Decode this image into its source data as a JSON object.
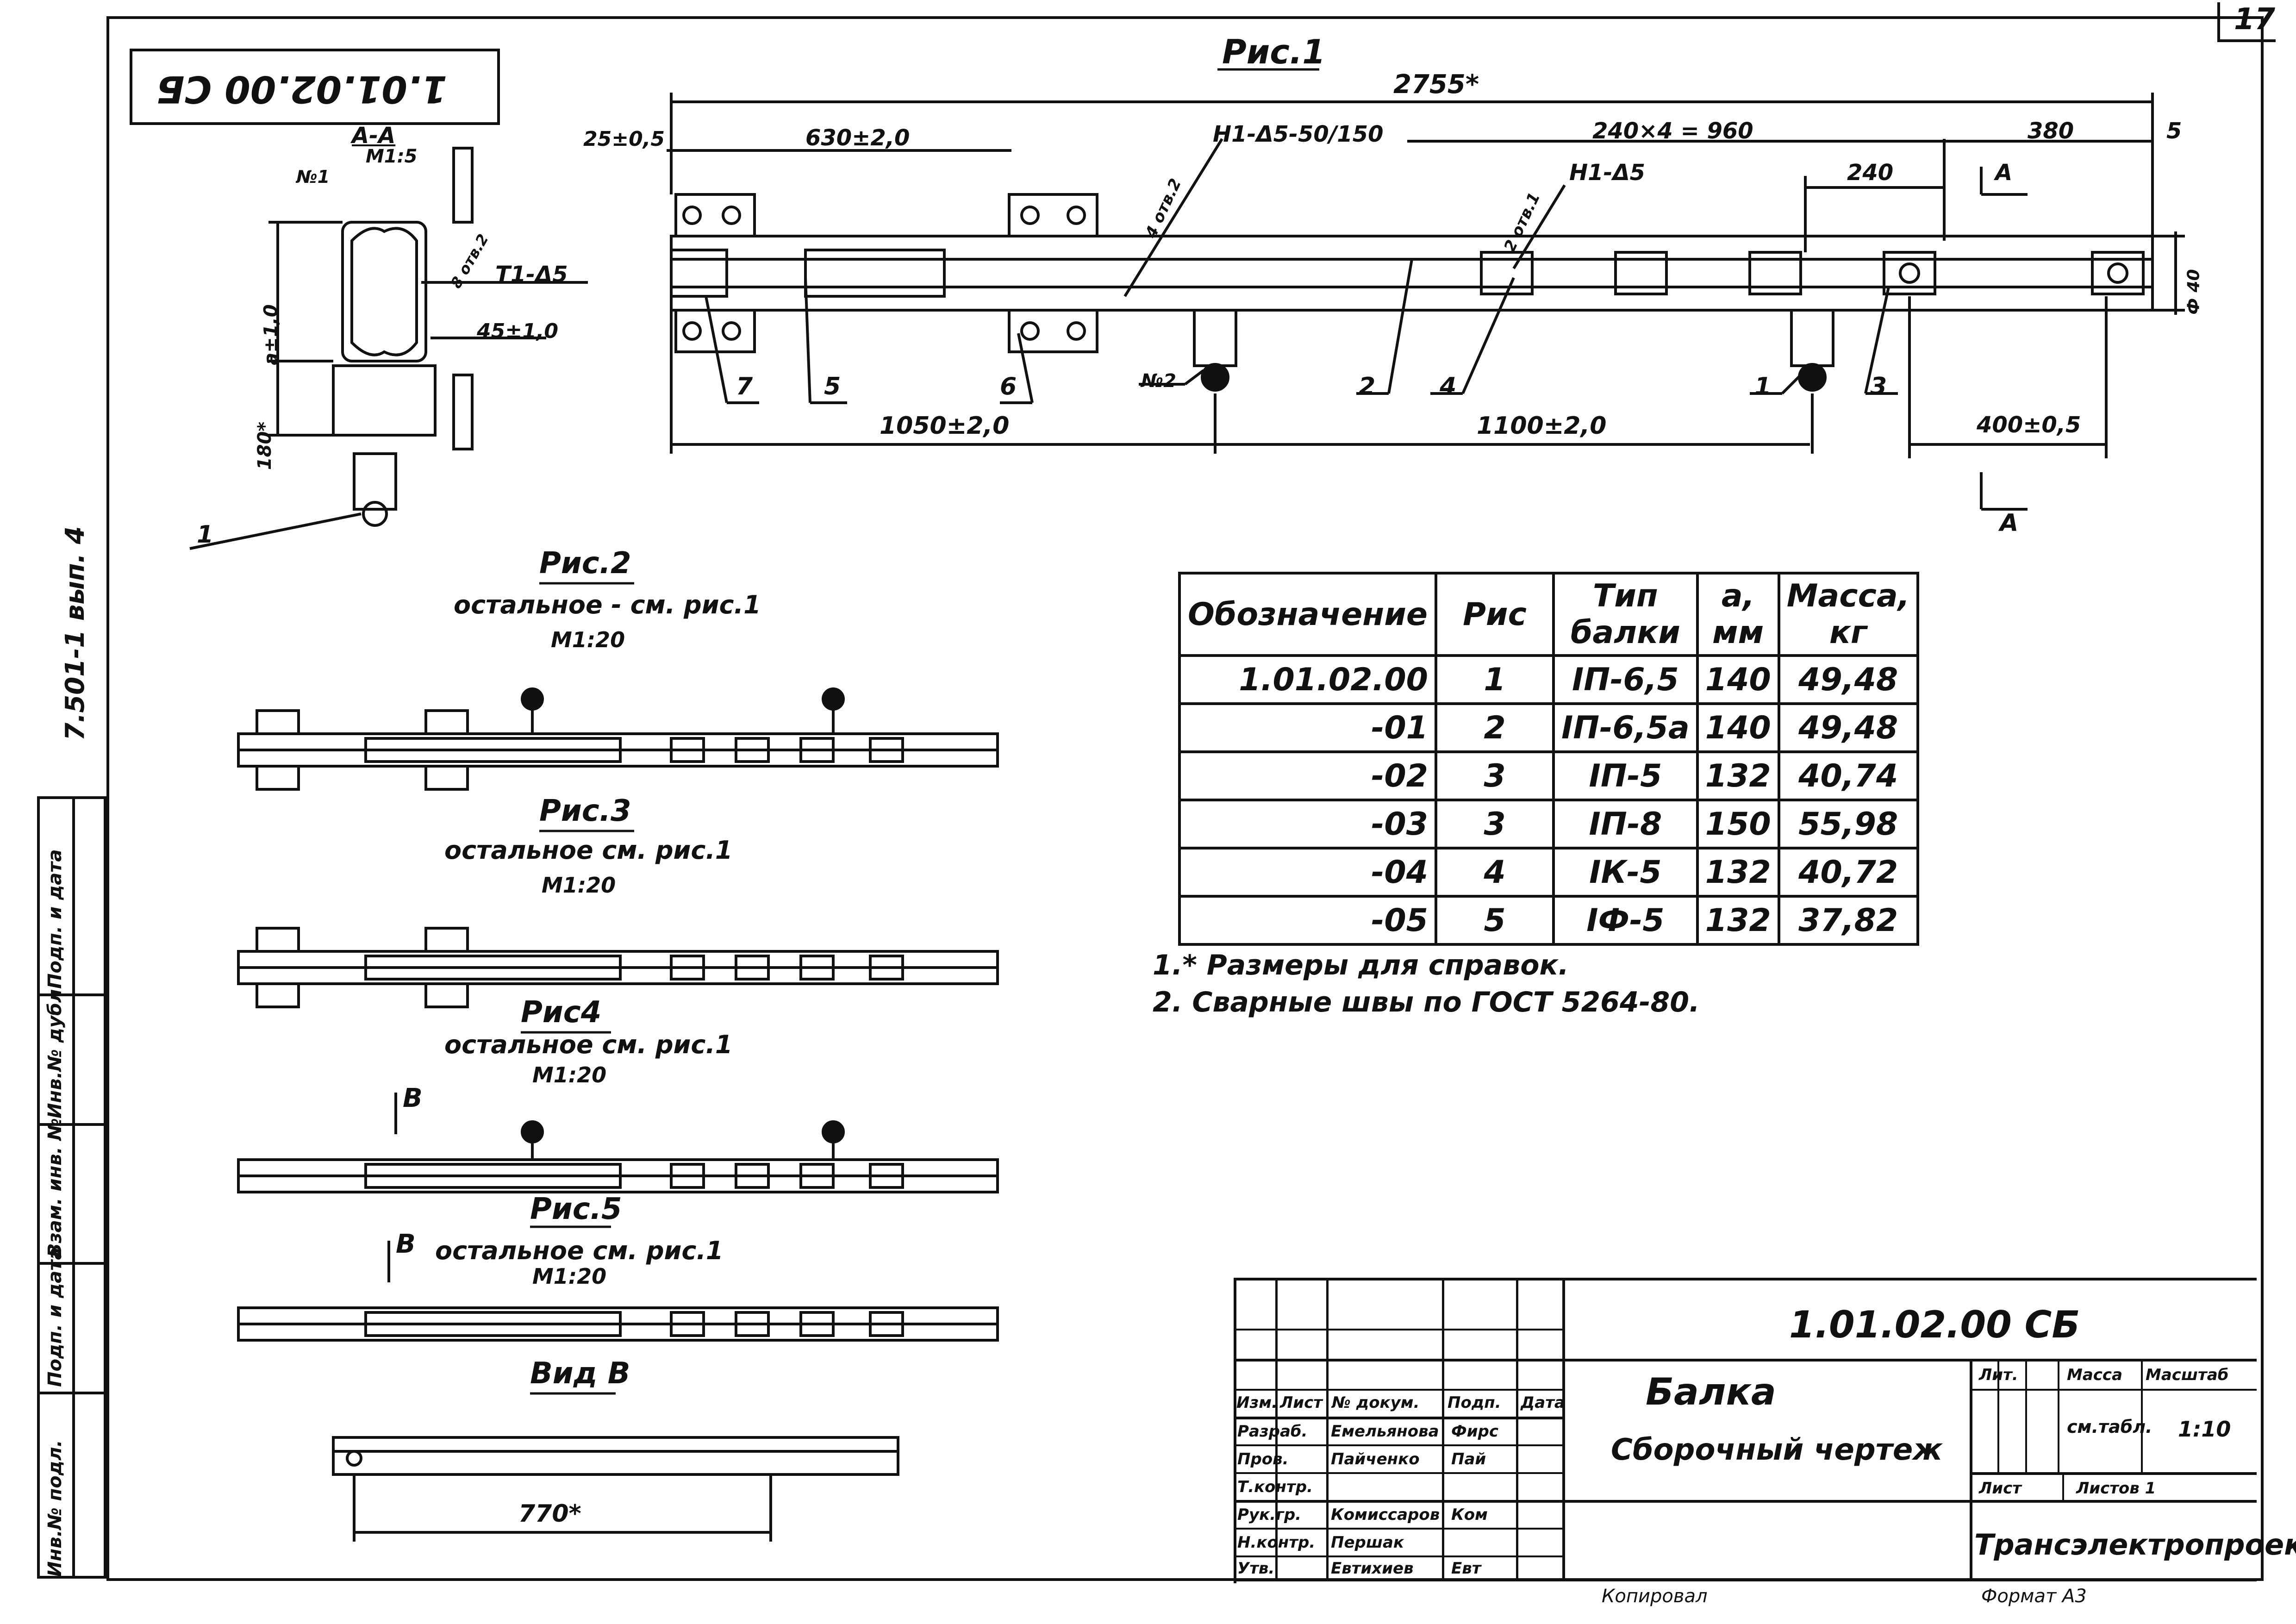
{
  "sheet_number": "17",
  "doc_code_rotated": "1.01.02.00 CБ",
  "album_label": "7.501-1 вып. 4",
  "side_stamp": {
    "labels": [
      "Инв.№ подл.",
      "Подп. и дата",
      "Взам. инв. №",
      "Инв.№ дубл.",
      "Подп. и дата"
    ]
  },
  "fig1": {
    "title": "Рис.1",
    "dim_total": "2755*",
    "dim_left_small": "25±0,5",
    "dim_630": "630±2,0",
    "dim_weld1": "Н1-Δ5-50/150",
    "dim_weld2": "Н1-Δ5",
    "dim_960": "240×4 = 960",
    "dim_380": "380",
    "dim_5": "5",
    "dim_240": "240",
    "dim_a_mark": "А",
    "dim_1050": "1050±2,0",
    "dim_1100": "1100±2,0",
    "dim_400": "400±0,5",
    "dim_height": "Ф 40",
    "dim_4x2": "4 отв.2",
    "dim_2x2": "2 отв.1",
    "callouts": [
      "7",
      "5",
      "6",
      "№2",
      "2",
      "4",
      "1",
      "3"
    ],
    "view_mark": "А"
  },
  "section_aa": {
    "title": "А-А",
    "scale": "М1:5",
    "mark_n1": "№1",
    "weld_t1": "Т1-Δ5",
    "dim_8": "8 отв.2",
    "dim_45": "45±1,0",
    "dim_a10": "а±1,0",
    "dim_180": "180*",
    "callout": "1"
  },
  "figs_small": [
    {
      "title": "Рис.2",
      "note": "остальное - см. рис.1",
      "scale": "М1:20"
    },
    {
      "title": "Рис.3",
      "note": "остальное см. рис.1",
      "scale": "М1:20"
    },
    {
      "title": "Рис4",
      "note": "остальное см. рис.1",
      "scale": "М1:20"
    },
    {
      "title": "Рис.5",
      "note": "остальное см. рис.1",
      "scale": "М1:20"
    }
  ],
  "view_b": {
    "title": "Вид В",
    "dim": "770*",
    "arrow_label": "В"
  },
  "spec_table": {
    "headers": [
      "Обозначение",
      "Рис",
      "Тип балки",
      "а, мм",
      "Масса, кг"
    ],
    "rows": [
      [
        "1.01.02.00",
        "1",
        "IП-6,5",
        "140",
        "49,48"
      ],
      [
        "-01",
        "2",
        "IП-6,5а",
        "140",
        "49,48"
      ],
      [
        "-02",
        "3",
        "IП-5",
        "132",
        "40,74"
      ],
      [
        "-03",
        "3",
        "IП-8",
        "150",
        "55,98"
      ],
      [
        "-04",
        "4",
        "IК-5",
        "132",
        "40,72"
      ],
      [
        "-05",
        "5",
        "IФ-5",
        "132",
        "37,82"
      ]
    ]
  },
  "notes": [
    "1.* Размеры для справок.",
    "2. Сварные швы по ГОСТ 5264-80."
  ],
  "title_block": {
    "designation": "1.01.02.00 СБ",
    "name": "Балка",
    "subtitle": "Сборочный чертеж",
    "col_headers": [
      "Изм.",
      "Лист",
      "№ докум.",
      "Подп.",
      "Дата"
    ],
    "roles": [
      {
        "role": "Разраб.",
        "name": "Емельянова",
        "sign": "Фирс"
      },
      {
        "role": "Пров.",
        "name": "Пайченко",
        "sign": "Пай"
      },
      {
        "role": "Т.контр.",
        "name": "",
        "sign": ""
      },
      {
        "role": "Рук.гр.",
        "name": "Комиссаров",
        "sign": "Ком"
      },
      {
        "role": "Н.контр.",
        "name": "Першак",
        "sign": ""
      },
      {
        "role": "Утв.",
        "name": "Евтихиев",
        "sign": "Евт"
      }
    ],
    "lit_label": "Лит.",
    "mass_label": "Масса",
    "scale_label": "Масштаб",
    "mass_value": "см.табл.",
    "scale_value": "1:10",
    "sheet_label": "Лист",
    "sheets_label": "Листов 1",
    "org": "Трансэлектропроект",
    "copy_label": "Копировал",
    "format_label": "Формат А3"
  }
}
